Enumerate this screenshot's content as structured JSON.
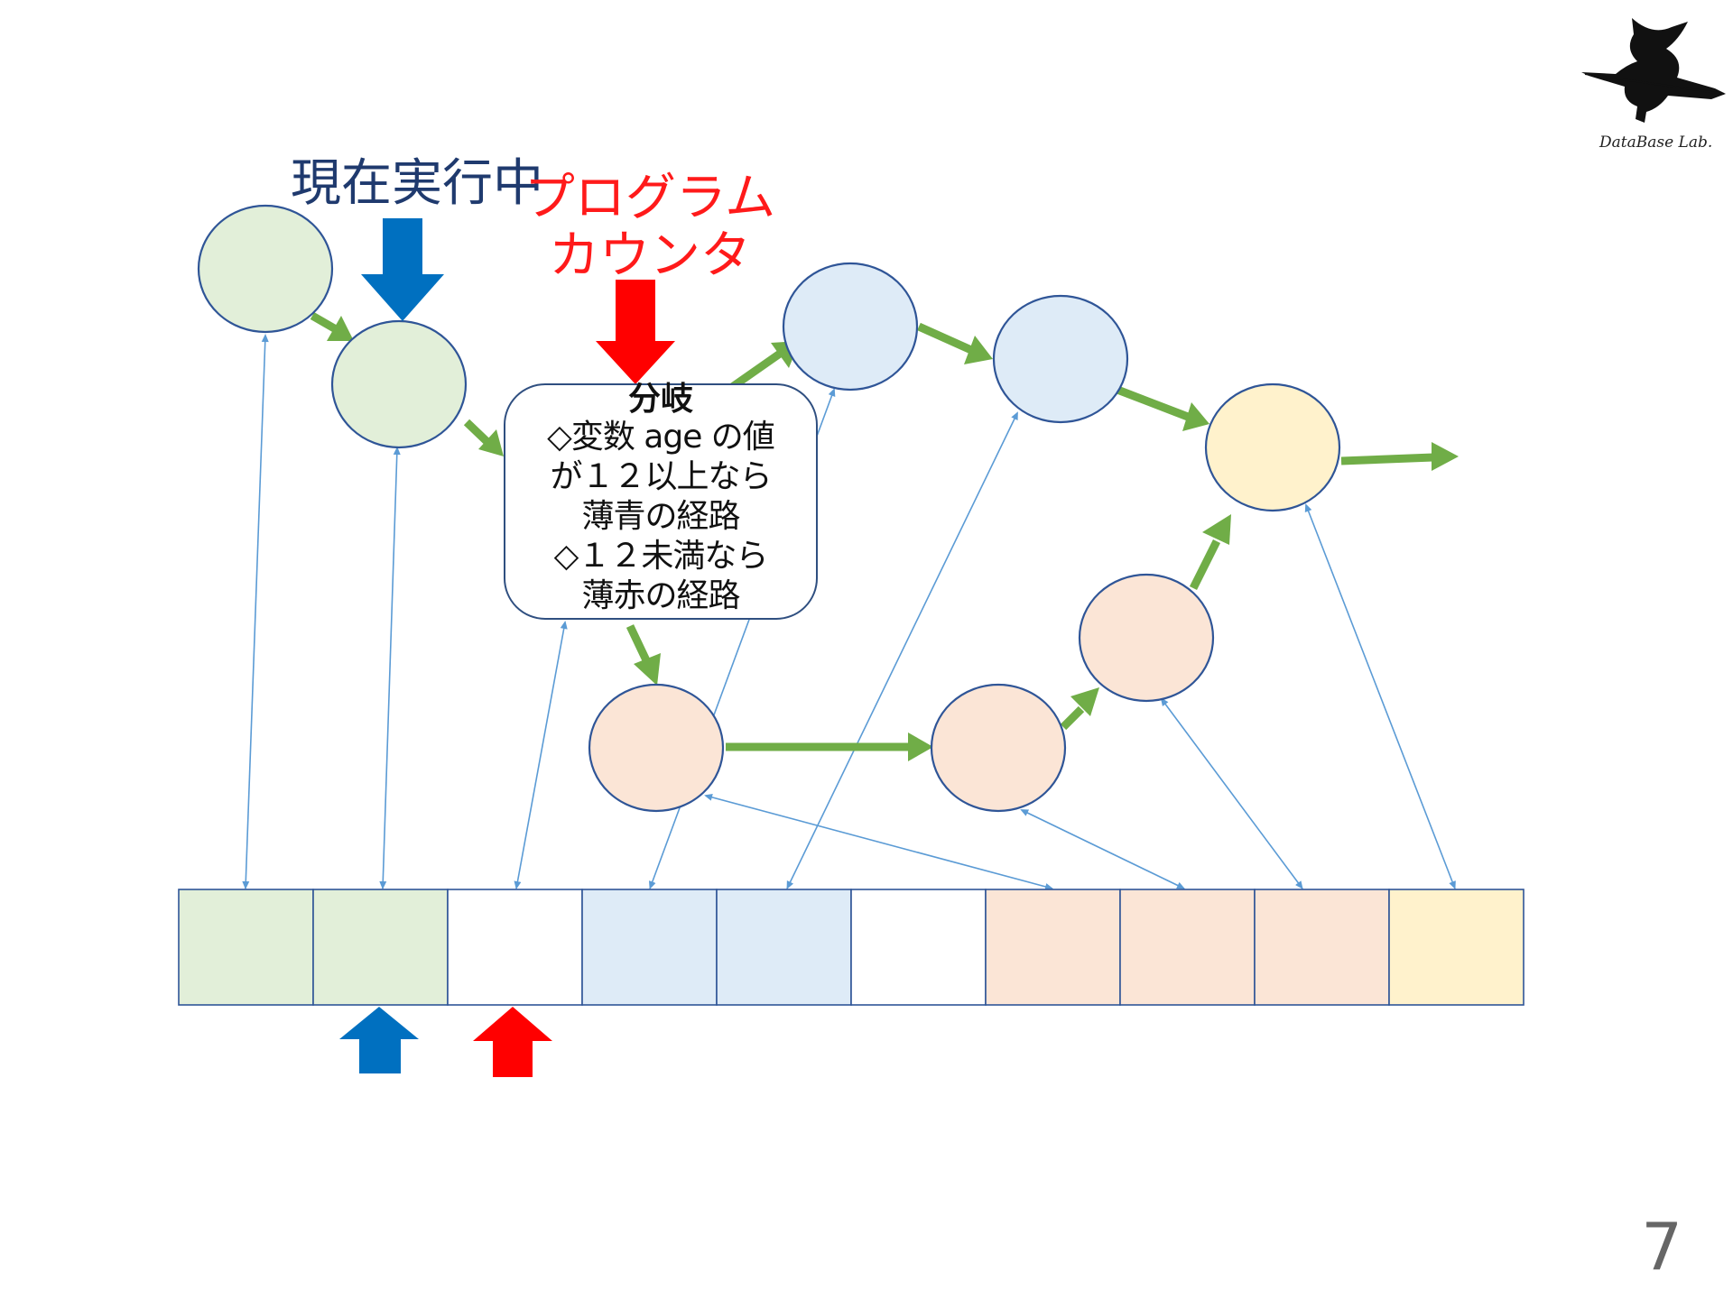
{
  "labels": {
    "current_execution": "現在実行中",
    "program_counter_line1": "プログラム",
    "program_counter_line2": "カウンタ"
  },
  "branch_box": {
    "title": "分岐",
    "lines": [
      "◇変数 age の値",
      "が１２以上なら",
      "薄青の経路",
      "◇１２未満なら",
      "薄赤の経路"
    ]
  },
  "logo": {
    "text": "DataBase Lab."
  },
  "page_number": "7",
  "colors": {
    "green": "#e2efd9",
    "blue": "#deebf7",
    "red": "#fbe5d6",
    "yellow": "#fff2cc",
    "outline": "#2f5597",
    "flow_arrow": "#70ad47",
    "link_line": "#5b9bd5",
    "current_arrow": "#0070c0",
    "pc_arrow": "#ff0000"
  },
  "memory_cells": [
    "green",
    "green",
    "white",
    "blue",
    "blue",
    "white",
    "red",
    "red",
    "red",
    "yellow"
  ]
}
